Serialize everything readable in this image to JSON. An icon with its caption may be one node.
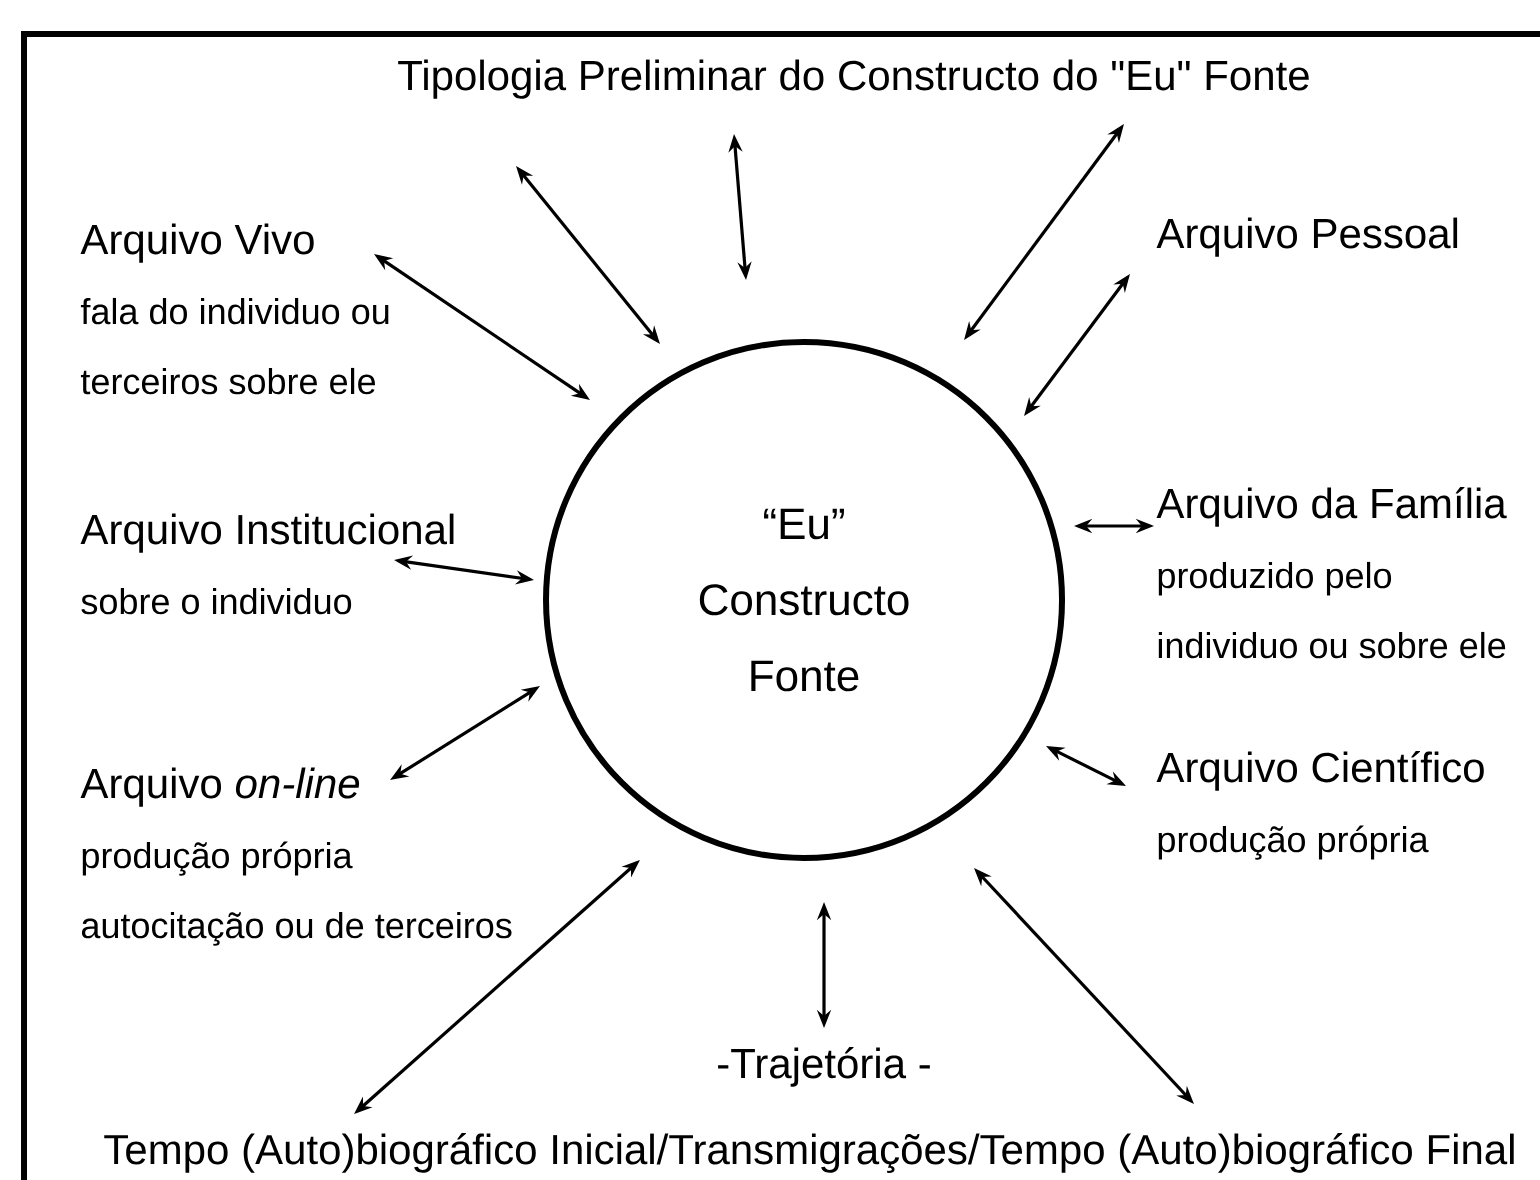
{
  "diagram": {
    "nodes": [
      {
        "text": [
          "“Eu” Constructo Fonte"
        ]
      },
      {
        "text": [
          "Tipologia Preliminar do Constructo do \"Eu\" Fonte"
        ]
      },
      {
        "text": [
          "Arquivo Vivo",
          "fala do individuo ou terceiros sobre ele"
        ]
      },
      {
        "text": [
          "Arquivo Pessoal"
        ]
      },
      {
        "text": [
          "Arquivo Institucional",
          "sobre o individuo"
        ]
      },
      {
        "text": [
          "Arquivo da Família",
          "produzido pelo individuo ou sobre ele"
        ]
      },
      {
        "text": [
          "Arquivo *on-line*",
          "produção própria autocitação ou de terceiros"
        ]
      },
      {
        "text": [
          "Arquivo Científico",
          "produção própria"
        ]
      },
      {
        "text": [
          "-Trajetória -"
        ]
      },
      {
        "text": [
          "Tempo (Auto)biográfico Inicial/Transmigrações/Tempo (Auto)biográfico Final"
        ]
      }
    ],
    "edges": [
      {
        "from": 0,
        "to": 1,
        "arrow": "both"
      },
      {
        "from": 0,
        "to": 1,
        "arrow": "both"
      },
      {
        "from": 0,
        "to": 1,
        "arrow": "both"
      },
      {
        "from": 0,
        "to": 2,
        "arrow": "both"
      },
      {
        "from": 0,
        "to": 3,
        "arrow": "both"
      },
      {
        "from": 0,
        "to": 4,
        "arrow": "both"
      },
      {
        "from": 0,
        "to": 5,
        "arrow": "both"
      },
      {
        "from": 0,
        "to": 6,
        "arrow": "both"
      },
      {
        "from": 0,
        "to": 7,
        "arrow": "both"
      },
      {
        "from": 0,
        "to": 9,
        "arrow": "both"
      },
      {
        "from": 0,
        "to": 8,
        "arrow": "both"
      },
      {
        "from": 0,
        "to": 9,
        "arrow": "both"
      }
    ]
  }
}
